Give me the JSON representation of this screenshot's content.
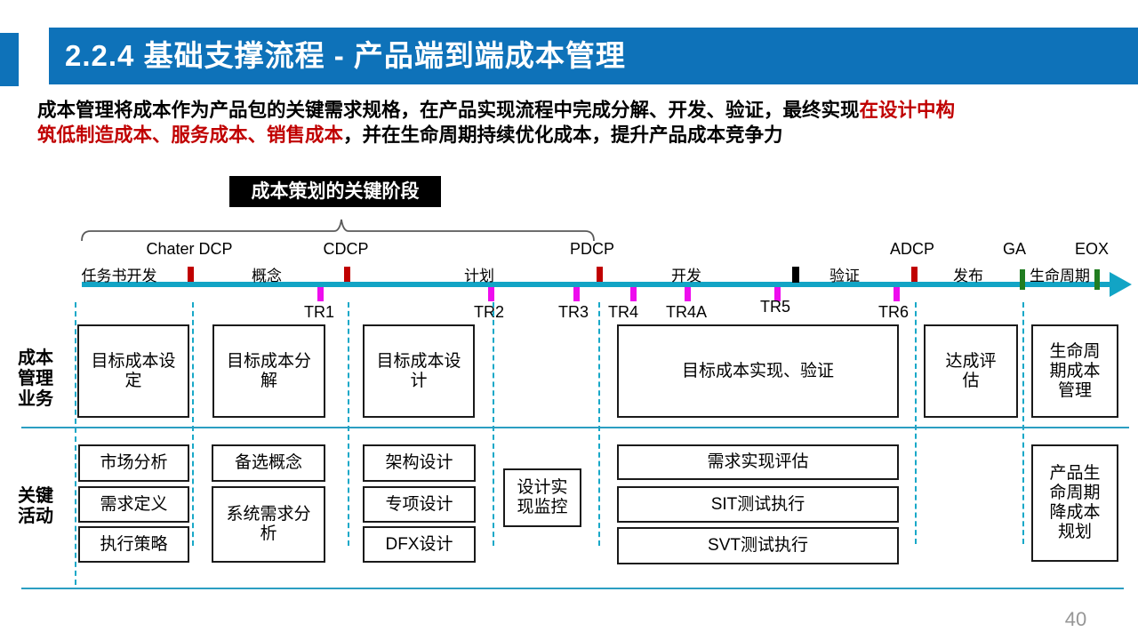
{
  "header": {
    "title": "2.2.4 基础支撑流程 - 产品端到端成本管理"
  },
  "intro": {
    "line1_black": "成本管理将成本作为产品包的关键需求规格，在产品实现流程中完成分解、开发、验证，最终实现",
    "line1_red": "在设计中构",
    "line2_red": "筑低制造成本、服务成本、销售成本",
    "line2_black": "，并在生命周期持续优化成本，提升产品成本竞争力"
  },
  "callout": {
    "label": "成本策划的关键阶段"
  },
  "timeline": {
    "phases": [
      {
        "label": "任务书开发"
      },
      {
        "label": "概念"
      },
      {
        "label": "计划"
      },
      {
        "label": "开发"
      },
      {
        "label": "验证"
      },
      {
        "label": "发布"
      },
      {
        "label": "生命周期"
      }
    ],
    "milestones": [
      {
        "label": "Chater DCP",
        "tick_color": "#C00000"
      },
      {
        "label": "CDCP",
        "tick_color": "#C00000"
      },
      {
        "label": "PDCP",
        "tick_color": "#C00000"
      },
      {
        "label": "ADCP",
        "tick_color": "#C00000"
      },
      {
        "label": "GA",
        "tick_color": "#217D21"
      },
      {
        "label": "EOX",
        "tick_color": "#217D21"
      }
    ],
    "tr_points": [
      {
        "label": "TR1"
      },
      {
        "label": "TR2"
      },
      {
        "label": "TR3"
      },
      {
        "label": "TR4"
      },
      {
        "label": "TR4A"
      },
      {
        "label": "TR5"
      },
      {
        "label": "TR6"
      }
    ]
  },
  "rows": {
    "business": {
      "label": "成本管理业务",
      "boxes": [
        {
          "text": "目标成本设\n定"
        },
        {
          "text": "目标成本分\n解"
        },
        {
          "text": "目标成本设\n计"
        },
        {
          "text": "目标成本实现、验证"
        },
        {
          "text": "达成评\n估"
        },
        {
          "text": "生命周\n期成本\n管理"
        }
      ]
    },
    "activity": {
      "label": "关键活动",
      "boxes": [
        {
          "text": "市场分析"
        },
        {
          "text": "需求定义"
        },
        {
          "text": "执行策略"
        },
        {
          "text": "备选概念"
        },
        {
          "text": "系统需求分\n析"
        },
        {
          "text": "架构设计"
        },
        {
          "text": "专项设计"
        },
        {
          "text": "DFX设计"
        },
        {
          "text": "设计实\n现监控"
        },
        {
          "text": "需求实现评估"
        },
        {
          "text": "SIT测试执行"
        },
        {
          "text": "SVT测试执行"
        },
        {
          "text": "产品生\n命周期\n降成本\n规划"
        }
      ]
    }
  },
  "footer": {
    "page_number": "40"
  },
  "colors": {
    "header_blue": "#0E72B9",
    "accent_red": "#C00000",
    "timeline_teal": "#12A4C5",
    "tr_magenta": "#EE0CEE",
    "milestone_red": "#C00000",
    "milestone_green": "#217D21",
    "milestone_black": "#000000",
    "separator_teal": "#2B9EC2"
  }
}
